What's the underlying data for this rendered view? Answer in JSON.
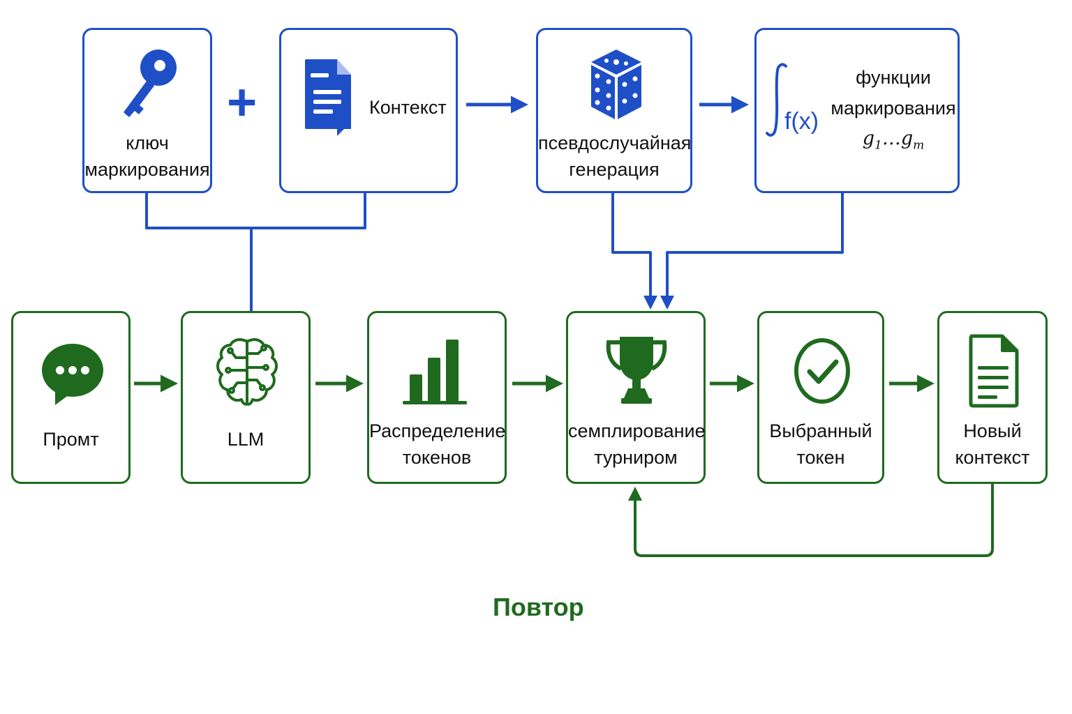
{
  "top": {
    "key_box": {
      "line1": "ключ",
      "line2": "маркирования",
      "icon": "key-icon"
    },
    "plus": "+",
    "context_box": {
      "label": "Контекст",
      "icon": "document-icon"
    },
    "random_box": {
      "line1": "псевдослучайная",
      "line2": "генерация",
      "icon": "dice-icon"
    },
    "functions_box": {
      "icon_text": "f(x)",
      "line1": "функции",
      "line2": "маркирования",
      "g": "g",
      "sub1": "1",
      "dots": "…",
      "sub_m": "m",
      "icon": "integral-icon"
    }
  },
  "bottom": {
    "prompt": {
      "label": "Промт",
      "icon": "chat-bubble-icon"
    },
    "llm": {
      "label": "LLM",
      "icon": "brain-circuit-icon"
    },
    "distribution": {
      "line1": "Распределение",
      "line2": "токенов",
      "icon": "bar-chart-icon"
    },
    "tournament": {
      "line1": "семплирование",
      "line2": "турниром",
      "icon": "trophy-icon"
    },
    "selected": {
      "line1": "Выбранный",
      "line2": "токен",
      "icon": "check-circle-icon"
    },
    "new_context": {
      "line1": "Новый",
      "line2": "контекст",
      "icon": "document-icon"
    }
  },
  "repeat_label": "Повтор",
  "colors": {
    "blue": "#1f4fc7",
    "green": "#1f6a1f"
  }
}
